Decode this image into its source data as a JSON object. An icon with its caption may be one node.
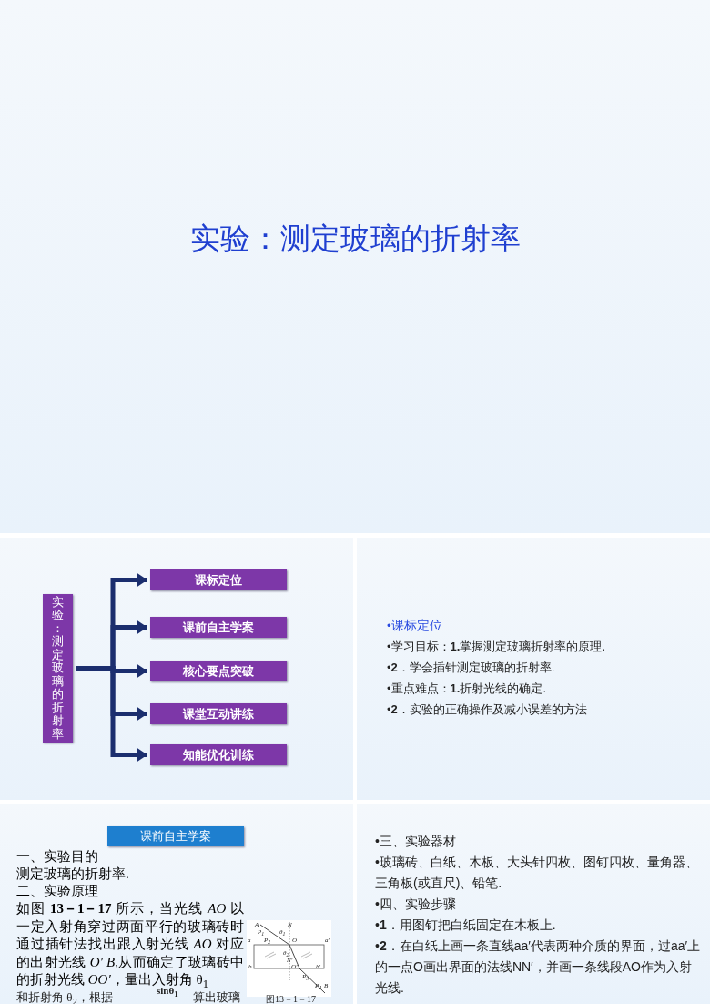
{
  "diagram": {
    "title": "实验：测定玻璃的折射率",
    "nodes": [
      {
        "text": [
          "实验：测定玻璃的折射率"
        ]
      },
      {
        "text": [
          "课标定位"
        ]
      },
      {
        "text": [
          "课前自主学案"
        ]
      },
      {
        "text": [
          "核心要点突破"
        ]
      },
      {
        "text": [
          "课堂互动讲练"
        ]
      },
      {
        "text": [
          "知能优化训练"
        ]
      },
      {
        "text": [
          "课前自主学案"
        ]
      }
    ],
    "edges": [
      {
        "from": 0,
        "to": 1,
        "arrow": "to"
      },
      {
        "from": 0,
        "to": 2,
        "arrow": "to"
      },
      {
        "from": 0,
        "to": 3,
        "arrow": "to"
      },
      {
        "from": 0,
        "to": 4,
        "arrow": "to"
      },
      {
        "from": 0,
        "to": 5,
        "arrow": "to"
      }
    ],
    "labels": [
      "•课标定位",
      "•学习目标：**1.**掌握测定玻璃折射率的原理.",
      "•**2**．学会插针测定玻璃的折射率.",
      "•重点难点：**1.**折射光线的确定.",
      "•**2**．实验的正确操作及减小误差的方法",
      "一、实验目的",
      "测定玻璃的折射率.",
      "二、实验原理",
      "如图 **13－1－17** 所示，当光线 *AO* 以一定入射角穿过两面平行的玻璃砖时通过插针法找出跟入射光线 *AO* 对应的出射光线 *O′ B*,从而确定了玻璃砖中的折射光线 *OO′*，量出入射角 θ$_{1}$",
      "和折射角 θ$_{2}$，根据",
      "sinθ$_{1}$",
      "算出玻璃",
      "图13－1－17",
      "A",
      "N",
      "P$_{1}$",
      "θ$_{1}$",
      "a",
      "P$_{2}$",
      "O",
      "a′",
      "θ$_{2}$",
      "N′",
      "b",
      "O′",
      "b′",
      "P$_{3}$",
      "P$_{4}$",
      "B",
      "•三、实验器材",
      "•玻璃砖、白纸、木板、大头针四枚、图钉四枚、量角器、三角板(或直尺)、铅笔.",
      "•四、实验步骤",
      "•**1**．用图钉把白纸固定在木板上.",
      "•**2**．在白纸上画一条直线aa′代表两种介质的界面，过aa′上的一点O画出界面的法线NN′，并画一条线段AO作为入射光线."
    ]
  }
}
